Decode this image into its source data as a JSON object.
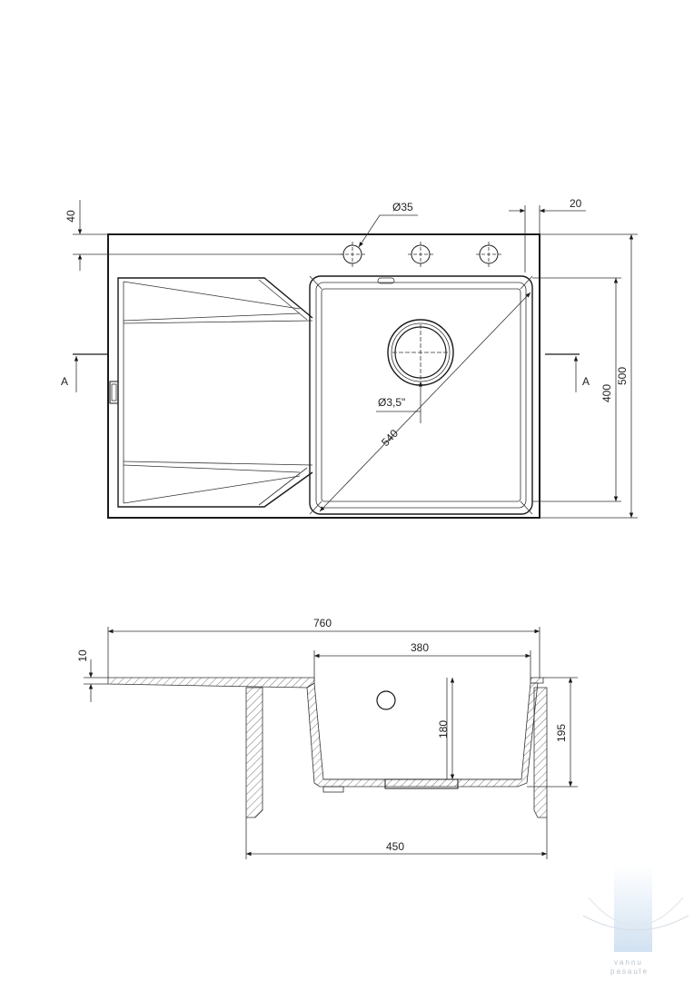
{
  "top_view": {
    "hole_diameter": "Ø35",
    "offset_top": "40",
    "offset_right": "20",
    "overall_depth": "500",
    "bowl_depth": "400",
    "diagonal": "540",
    "drain_diameter": "Ø3,5\"",
    "section_left": "A",
    "section_right": "A"
  },
  "side_view": {
    "overall_width": "760",
    "bowl_width": "380",
    "rim_thickness": "10",
    "bowl_height": "180",
    "total_height": "195",
    "cabinet_width": "450"
  },
  "watermark": {
    "line1": "vannu",
    "line2": "pasaule"
  }
}
